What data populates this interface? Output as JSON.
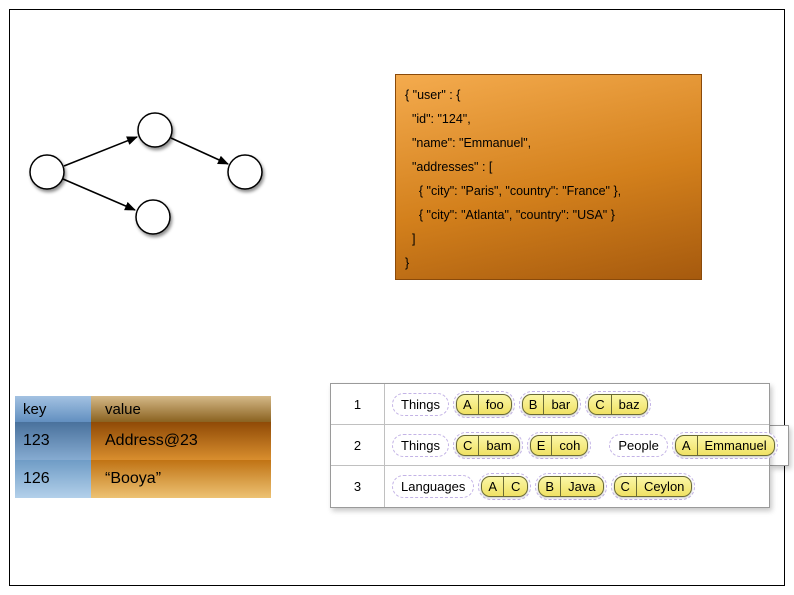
{
  "slide": {
    "background": "#ffffff",
    "border_color": "#000000"
  },
  "graph": {
    "node_fill": "#ffffff",
    "node_border": "#000000",
    "edge_color": "#000000"
  },
  "json_doc": {
    "bg_top": "#f4ab4e",
    "bg_bottom": "#a65a0e",
    "lines": [
      "{ \"user\" : {",
      "  \"id\": \"124\",",
      "  \"name\": \"Emmanuel\",",
      "  \"addresses\" : [",
      "    { \"city\": \"Paris\", \"country\": \"France\" },",
      "    { \"city\": \"Atlanta\", \"country\": \"USA\" }",
      "  ]",
      "}"
    ]
  },
  "kv_table": {
    "headers": [
      "key",
      "value"
    ],
    "rows": [
      {
        "key": "123",
        "value": "Address@23"
      },
      {
        "key": "126",
        "value": "“Booya”"
      }
    ]
  },
  "column_table": {
    "rows": [
      {
        "num": "1",
        "groups": [
          {
            "label": "Things",
            "pills": [
              {
                "k": "A",
                "v": "foo"
              },
              {
                "k": "B",
                "v": "bar"
              },
              {
                "k": "C",
                "v": "baz"
              }
            ]
          }
        ]
      },
      {
        "num": "2",
        "groups": [
          {
            "label": "Things",
            "pills": [
              {
                "k": "C",
                "v": "bam"
              },
              {
                "k": "E",
                "v": "coh"
              }
            ]
          },
          {
            "label": "People",
            "pills": [
              {
                "k": "A",
                "v": "Emmanuel"
              }
            ]
          }
        ]
      },
      {
        "num": "3",
        "groups": [
          {
            "label": "Languages",
            "pills": [
              {
                "k": "A",
                "v": "C"
              },
              {
                "k": "B",
                "v": "Java"
              },
              {
                "k": "C",
                "v": "Ceylon"
              }
            ]
          }
        ]
      }
    ]
  },
  "colors": {
    "pill_bg": "#f6e97e",
    "pill_border": "#6b6b35",
    "dashed_border": "#c3b3e6",
    "kv_blue": "#6d9bc9",
    "kv_orange": "#c87818"
  }
}
